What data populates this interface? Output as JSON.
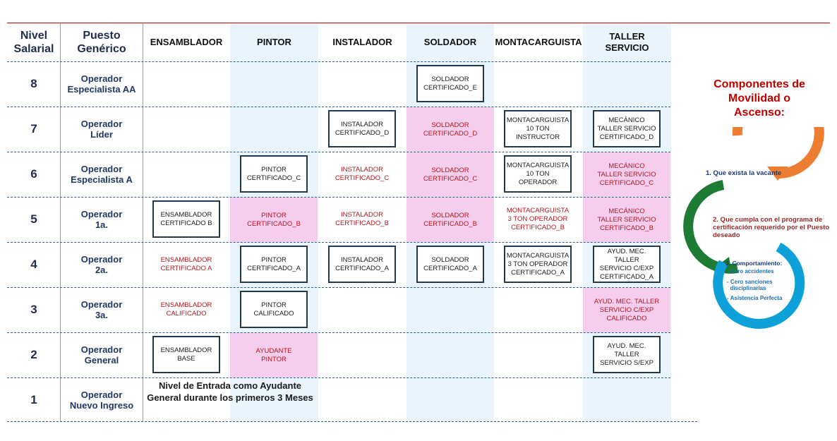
{
  "headers": {
    "nivel": "Nivel\nSalarial",
    "puesto": "Puesto\nGenérico",
    "columns": [
      "ENSAMBLADOR",
      "PINTOR",
      "INSTALADOR",
      "SOLDADOR",
      "MONTACARGUISTA",
      "TALLER\nSERVICIO"
    ]
  },
  "rows": [
    {
      "level": "8",
      "puesto": "Operador\nEspecialista AA"
    },
    {
      "level": "7",
      "puesto": "Operador\nLíder"
    },
    {
      "level": "6",
      "puesto": "Operador\nEspecialista A"
    },
    {
      "level": "5",
      "puesto": "Operador\n1a."
    },
    {
      "level": "4",
      "puesto": "Operador\n2a."
    },
    {
      "level": "3",
      "puesto": "Operador\n3a."
    },
    {
      "level": "2",
      "puesto": "Operador\nGeneral"
    },
    {
      "level": "1",
      "puesto": "Operador\nNuevo Ingreso"
    }
  ],
  "cells": [
    {
      "row": 0,
      "col": 3,
      "style": "boxed",
      "text": "SOLDADOR\nCERTIFICADO_E"
    },
    {
      "row": 1,
      "col": 2,
      "style": "boxed",
      "text": "INSTALADOR\nCERTIFICADO_D"
    },
    {
      "row": 1,
      "col": 3,
      "style": "pink",
      "text": "SOLDADOR\nCERTIFICADO_D"
    },
    {
      "row": 1,
      "col": 4,
      "style": "boxed",
      "text": "MONTACARGUISTA\n10 TON INSTRUCTOR"
    },
    {
      "row": 1,
      "col": 5,
      "style": "boxed",
      "text": "MECÁNICO\nTALLER SERVICIO\nCERTIFICADO_D"
    },
    {
      "row": 2,
      "col": 1,
      "style": "boxed",
      "text": "PINTOR\nCERTIFICADO_C"
    },
    {
      "row": 2,
      "col": 2,
      "style": "plainred",
      "text": "INSTALADOR\nCERTIFICADO_C"
    },
    {
      "row": 2,
      "col": 3,
      "style": "pink",
      "text": "SOLDADOR\nCERTIFICADO_C"
    },
    {
      "row": 2,
      "col": 4,
      "style": "boxed",
      "text": "MONTACARGUISTA\n10 TON OPERADOR"
    },
    {
      "row": 2,
      "col": 5,
      "style": "pink",
      "text": "MECÁNICO\nTALLER SERVICIO\nCERTIFICADO_C"
    },
    {
      "row": 3,
      "col": 0,
      "style": "boxed",
      "text": "ENSAMBLADOR\nCERTIFICADO B"
    },
    {
      "row": 3,
      "col": 1,
      "style": "pink",
      "text": "PINTOR\nCERTIFICADO_B"
    },
    {
      "row": 3,
      "col": 2,
      "style": "plainred",
      "text": "INSTALADOR\nCERTIFICADO_B"
    },
    {
      "row": 3,
      "col": 3,
      "style": "pink",
      "text": "SOLDADOR\nCERTIFICADO_B"
    },
    {
      "row": 3,
      "col": 4,
      "style": "plainred",
      "text": "MONTACARGUISTA\n3 TON OPERADOR\nCERTIFICADO_B"
    },
    {
      "row": 3,
      "col": 5,
      "style": "pink",
      "text": "MECÁNICO\nTALLER SERVICIO\nCERTIFICADO_B"
    },
    {
      "row": 4,
      "col": 0,
      "style": "plainred",
      "text": "ENSAMBLADOR\nCERTIFICADO A"
    },
    {
      "row": 4,
      "col": 1,
      "style": "boxed",
      "text": "PINTOR\nCERTIFICADO_A"
    },
    {
      "row": 4,
      "col": 2,
      "style": "boxed",
      "text": "INSTALADOR\nCERTIFICADO_A"
    },
    {
      "row": 4,
      "col": 3,
      "style": "boxed",
      "text": "SOLDADOR\nCERTIFICADO_A"
    },
    {
      "row": 4,
      "col": 4,
      "style": "boxed",
      "text": "MONTACARGUISTA\n3 TON OPERADOR\nCERTIFICADO_A"
    },
    {
      "row": 4,
      "col": 5,
      "style": "boxed",
      "text": "AYUD. MEC. TALLER\nSERVICIO C/EXP\nCERTIFICADO_A"
    },
    {
      "row": 5,
      "col": 0,
      "style": "plainred",
      "text": "ENSAMBLADOR\nCALIFICADO"
    },
    {
      "row": 5,
      "col": 1,
      "style": "boxed",
      "text": "PINTOR\nCALIFICADO"
    },
    {
      "row": 5,
      "col": 5,
      "style": "pink",
      "text": "AYUD. MEC. TALLER\nSERVICIO C/EXP\nCALIFICADO"
    },
    {
      "row": 6,
      "col": 0,
      "style": "boxed",
      "text": "ENSAMBLADOR\nBASE"
    },
    {
      "row": 6,
      "col": 1,
      "style": "pink",
      "text": "AYUDANTE\nPINTOR"
    },
    {
      "row": 6,
      "col": 5,
      "style": "boxed",
      "text": "AYUD. MEC. TALLER\nSERVICIO S/EXP"
    }
  ],
  "entry_text": "Nivel de Entrada como Ayudante General durante los primeros 3 Meses",
  "components": {
    "title": "Componentes de\nMovilidad o\nAscenso:",
    "item1": "1. Que exista la vacante",
    "item2": "2.  Que cumpla con el programa de certificación requerido por el Puesto deseado",
    "item3_title": "3. Comportamiento:",
    "item3_subs": [
      "- Cero accidentes",
      "- Cero sanciones\n  disciplinarias",
      "- Asistencia Perfecta"
    ],
    "colors": {
      "orange": "#ed7d31",
      "green": "#1e7b34",
      "blue": "#0ea0d8",
      "title": "#c00000"
    }
  }
}
